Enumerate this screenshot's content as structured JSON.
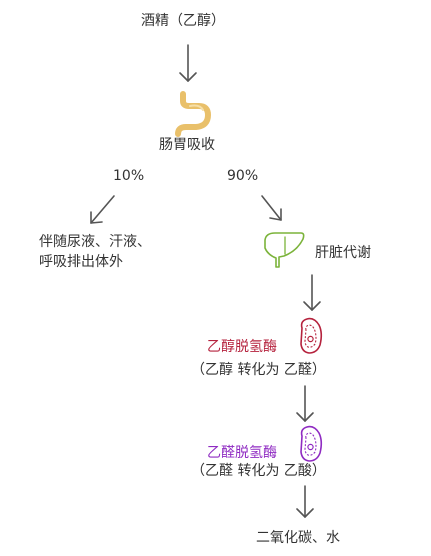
{
  "nodes": {
    "alcohol": "酒精（乙醇）",
    "absorption": "肠胃吸收",
    "excretion_line1": "伴随尿液、汗液、",
    "excretion_line2": "呼吸排出体外",
    "liver": "肝脏代谢",
    "adh": "乙醇脱氢酶",
    "adh_note": "（乙醇 转化为 乙醛）",
    "aldh": "乙醛脱氢酶",
    "aldh_note": "（乙醛 转化为 乙酸）",
    "end": "二氧化碳、水"
  },
  "percentages": {
    "left": "10%",
    "right": "90%"
  },
  "icons": {
    "stomach": "stomach-icon",
    "liver": "liver-icon",
    "enzyme": "enzyme-icon"
  },
  "colors": {
    "arrow": "#555555",
    "text": "#333333",
    "stomach": "#e9c06a",
    "liver": "#7bb33a",
    "adh": "#b5223d",
    "aldh": "#8f2bc2"
  }
}
